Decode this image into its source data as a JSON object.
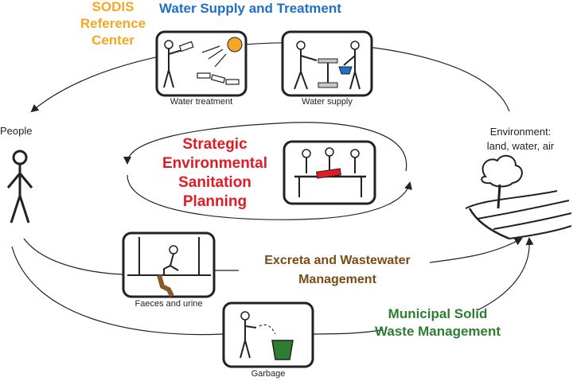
{
  "titles": {
    "sodis_lines": [
      "SODIS",
      "Reference",
      "Center"
    ],
    "water_supply_treatment": "Water Supply and Treatment",
    "sespl_lines": [
      "Strategic",
      "Environmental",
      "Sanitation",
      "Planning"
    ],
    "excreta_lines": [
      "Excreta and Wastewater",
      "Management"
    ],
    "solid_waste_lines": [
      "Municipal Solid",
      "Waste Management"
    ]
  },
  "nodes": {
    "people": "People",
    "environment_lines": [
      "Environment:",
      "land, water, air"
    ]
  },
  "captions": {
    "water_treatment": "Water treatment",
    "water_supply": "Water supply",
    "faeces_urine": "Faeces and urine",
    "garbage": "Garbage"
  },
  "colors": {
    "sodis": "#f5a623",
    "water": "#1f6fc5",
    "sespl": "#e01b24",
    "excreta": "#7a4b14",
    "waste": "#2e7d32",
    "ink": "#222222"
  }
}
